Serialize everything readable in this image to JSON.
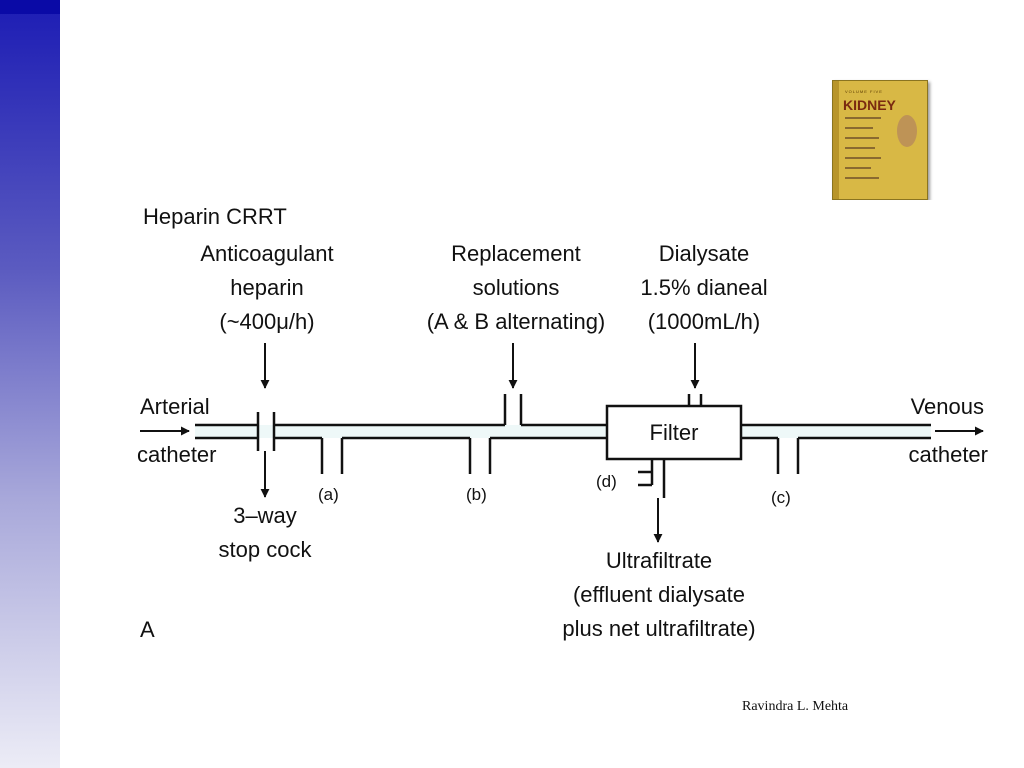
{
  "diagram": {
    "title": "Heparin CRRT",
    "anticoagulant": [
      "Anticoagulant",
      "heparin",
      "(~400μ/h)"
    ],
    "replacement": [
      "Replacement",
      "solutions",
      "(A & B alternating)"
    ],
    "dialysate": [
      "Dialysate",
      "1.5% dianeal",
      "(1000mL/h)"
    ],
    "arterial": [
      "Arterial",
      "catheter"
    ],
    "venous": [
      "Venous",
      "catheter"
    ],
    "filter": "Filter",
    "stopcock": [
      "3–way",
      "stop cock"
    ],
    "ports": {
      "a": "(a)",
      "b": "(b)",
      "c": "(c)",
      "d": "(d)"
    },
    "ultrafiltrate": [
      "Ultrafiltrate",
      "(effluent dialysate",
      "plus net ultrafiltrate)"
    ],
    "panel_letter": "A"
  },
  "book": {
    "title": "KIDNEY",
    "volume_text": "VOLUME FIVE"
  },
  "credit": "Ravindra L. Mehta",
  "colors": {
    "line_fill": "#eef8f8",
    "sidebar_top": "#0a0aa6",
    "book": "#d8b845"
  }
}
